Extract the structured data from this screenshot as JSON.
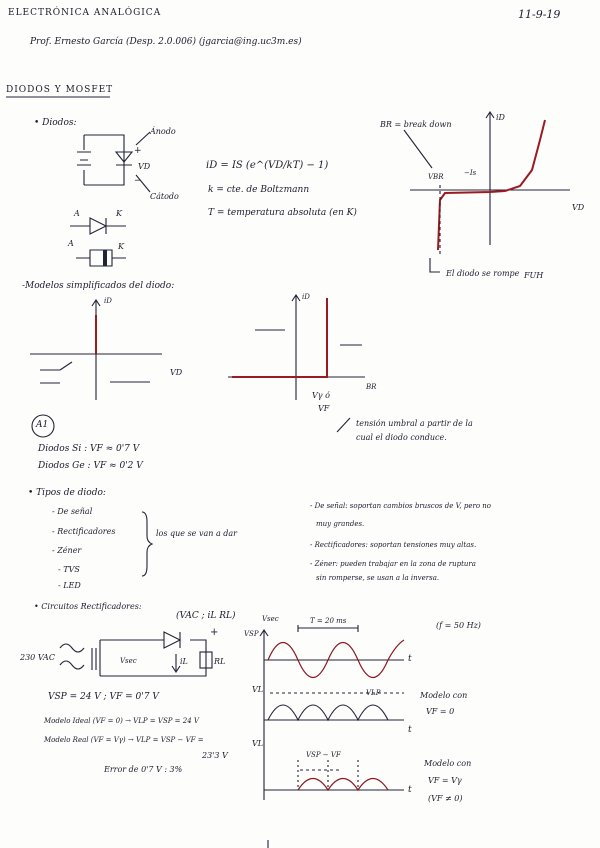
{
  "header": {
    "title": "ELECTRÓNICA ANALÓGICA",
    "date": "11-9-19",
    "professor": "Prof. Ernesto García (Desp. 2.0.006) (jgarcia@ing.uc3m.es)"
  },
  "section": {
    "title": "DIODOS Y MOSFET"
  },
  "diodos": {
    "bullet": "• Diodos:",
    "anodo": "Ánodo",
    "catodo": "Cátodo",
    "vd": "VD",
    "plus": "+",
    "minus": "−",
    "label_a": "A",
    "label_k": "K",
    "equation": "iD = IS (e^(VD/kT) − 1)",
    "k_def": "k = cte. de Boltzmann",
    "t_def": "T = temperatura absoluta (en K)",
    "br_note": "BR = break down",
    "axis_i": "iD",
    "axis_v": "VD",
    "vbr": "VBR",
    "is": "−Is",
    "breakdown_note": "El diodo se rompe",
    "fuh": "FUH"
  },
  "modelos": {
    "title": "-Modelos simplificados del diodo:",
    "axis_i": "iD",
    "axis_v": "VD",
    "vy": "Vγ ó",
    "vf": "VF",
    "br": "BR",
    "note_line1": "tensión umbral a partir de la",
    "note_line2": "cual el diodo conduce."
  },
  "a1": {
    "badge": "A1",
    "si": "Diodos Si : VF ≈ 0'7 V",
    "ge": "Diodos Ge : VF ≈ 0'2 V"
  },
  "tipos": {
    "title": "• Tipos de diodo:",
    "items": [
      "- De señal",
      "- Rectificadores",
      "- Zéner",
      "- TVS",
      "- LED"
    ],
    "brace_note": "los que se van a dar",
    "desc_senal_1": "- De señal: soportan cambios bruscos de V, pero no",
    "desc_senal_2": "muy grandes.",
    "desc_rect": "- Rectificadores: soportan tensiones muy altas.",
    "desc_zener_1": "- Zéner: pueden trabajar en la zona de ruptura",
    "desc_zener_2": "sin romperse, se usan a la inversa."
  },
  "circuitos": {
    "title": "• Circuitos Rectificadores:",
    "vac_label": "(VAC ; iL RL)",
    "plus": "+",
    "source": "230 VAC",
    "vsec": "Vsec",
    "il": "iL",
    "rl": "RL",
    "vsp": "VSP = 24 V ; VF = 0'7 V",
    "ideal": "Modelo Ideal (VF = 0) → VLP = VSP = 24 V",
    "real": "Modelo Real (VF = Vγ) → VLP = VSP − VF =",
    "real_result": "23'3 V",
    "error": "Error de 0'7 V : 3%",
    "freq": "(f = 50 Hz)",
    "period": "T = 20 ms",
    "vsec_axis": "Vsec",
    "vsp_axis": "VSP",
    "t": "t",
    "vl": "VL",
    "vlp": "VLP",
    "ideal_caption_1": "Modelo con",
    "ideal_caption_2": "VF = 0",
    "vsp_minus_vf": "VSP − VF",
    "real_caption_1": "Modelo con",
    "real_caption_2": "VF = Vγ",
    "real_caption_3": "(VF ≠ 0)"
  }
}
